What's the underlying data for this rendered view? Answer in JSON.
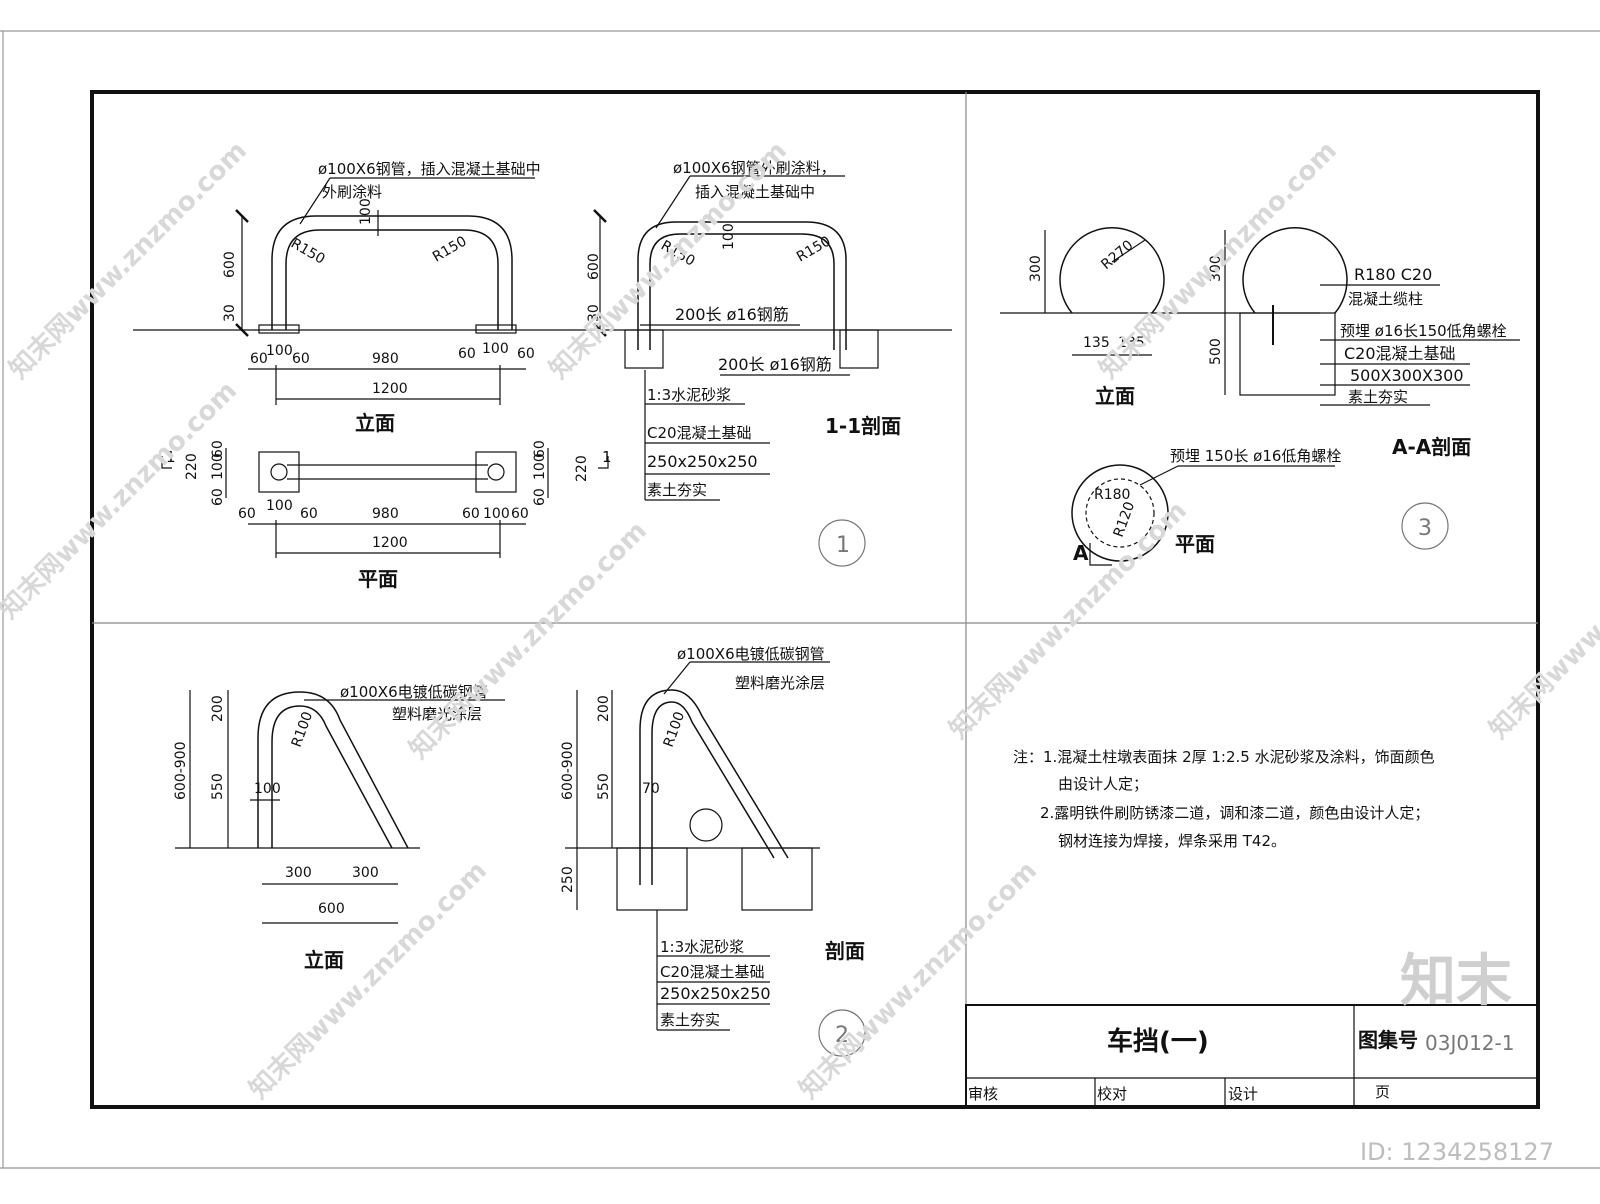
{
  "sheet": {
    "title": "车挡(一)",
    "atlas_label": "图集号",
    "atlas_no": "03J012-1",
    "review_label": "审核",
    "check_label": "校对",
    "design_label": "设计",
    "page_label": "页"
  },
  "watermark": {
    "site": "知末网www.znzmo.com",
    "logo": "知末",
    "id_text": "ID: 1234258127"
  },
  "detail1": {
    "number": "1",
    "elev_callout_line1": "ø100X6钢管，插入混凝土基础中",
    "elev_callout_line2": "外刷涂料",
    "sec_callout_line1": "ø100X6钢管外刷涂料，",
    "sec_callout_line2": "插入混凝土基础中",
    "r150": "R150",
    "d600": "600",
    "d30": "30",
    "d100": "100",
    "d60": "60",
    "d980": "980",
    "d1200": "1200",
    "d220": "220",
    "rebar1": "200长 ø16钢筋",
    "rebar2": "200长 ø16钢筋",
    "mortar": "1:3水泥砂浆",
    "concrete": "C20混凝土基础",
    "size": "250x250x250",
    "soil": "素土夯实",
    "label_elev": "立面",
    "label_plan": "平面",
    "label_section": "1-1剖面",
    "cut_mark": "1"
  },
  "detail2": {
    "number": "2",
    "callout_line1": "ø100X6电镀低碳钢管",
    "callout_line2": "塑料磨光涂层",
    "r100": "R100",
    "d200": "200",
    "d550": "550",
    "d600_900": "600-900",
    "d100": "100",
    "d300": "300",
    "d600": "600",
    "d70": "70",
    "d250": "250",
    "mortar": "1:3水泥砂浆",
    "concrete": "C20混凝土基础",
    "size": "250x250x250",
    "soil": "素土夯实",
    "label_elev": "立面",
    "label_section": "剖面"
  },
  "detail3": {
    "number": "3",
    "r270": "R270",
    "d300": "300",
    "d135": "135",
    "d500": "500",
    "r180c20": "R180 C20",
    "column": "混凝土缆柱",
    "embed": "预埋  ø16长150低角螺栓",
    "base": "C20混凝土基础",
    "base_size": "500X300X300",
    "soil": "素土夯实",
    "plan_callout": "预埋 150长 ø16低角螺栓",
    "r180": "R180",
    "r120": "R120",
    "label_elev": "立面",
    "label_section": "A-A剖面",
    "label_plan": "平面",
    "cut_mark": "A"
  },
  "notes": {
    "line1": "注：1.混凝土柱墩表面抹        2厚    1:2.5       水泥砂浆及涂料，饰面颜色",
    "line2": "由设计人定；",
    "line3": "2.露明铁件刷防锈漆二道，调和漆二道，颜色由设计人定；",
    "line4": "钢材连接为焊接，焊条采用               T42。"
  }
}
